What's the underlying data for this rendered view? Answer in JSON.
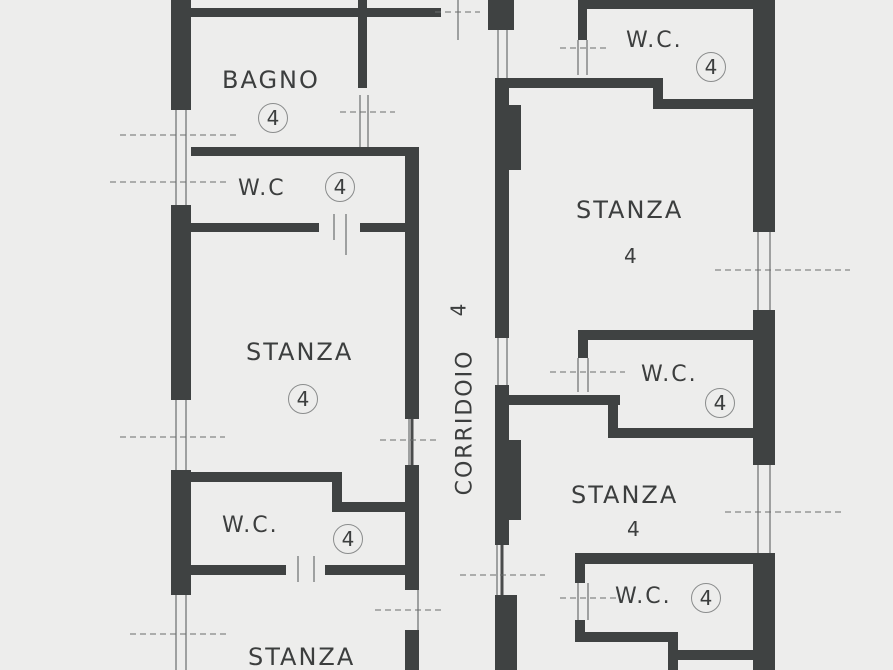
{
  "rooms": {
    "bagno": {
      "name": "BAGNO",
      "level": "4"
    },
    "wc_top_left": {
      "name": "W.C",
      "level": "4"
    },
    "stanza_left": {
      "name": "STANZA",
      "level": "4"
    },
    "wc_mid_left": {
      "name": "W.C.",
      "level": "4"
    },
    "stanza_bottom": {
      "name": "STANZA"
    },
    "corridoio": {
      "name": "CORRIDOIO",
      "level": "4"
    },
    "wc_top_right": {
      "name": "W.C.",
      "level": "4"
    },
    "stanza_right_top": {
      "name": "STANZA",
      "level": "4"
    },
    "wc_mid_right": {
      "name": "W.C.",
      "level": "4"
    },
    "stanza_right_mid": {
      "name": "STANZA",
      "level": "4"
    },
    "wc_low_right": {
      "name": "W.C.",
      "level": "4"
    }
  },
  "colors": {
    "paper": "#ededec",
    "wall": "#3f4242",
    "ink": "#3c3e3e"
  }
}
